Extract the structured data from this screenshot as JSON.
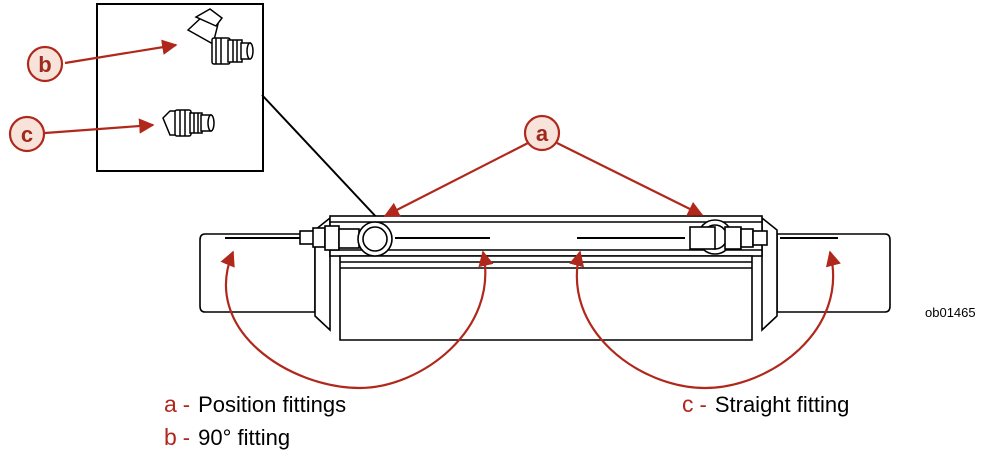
{
  "callouts": {
    "a": "a",
    "b": "b",
    "c": "c"
  },
  "legend": [
    {
      "key": "a",
      "dash": "-",
      "text": "Position fittings"
    },
    {
      "key": "b",
      "dash": "-",
      "text": "90° fitting"
    },
    {
      "key": "c",
      "dash": "-",
      "text": "Straight fitting"
    }
  ],
  "figure_code": "ob01465",
  "colors": {
    "callout_stroke": "#b0281c",
    "callout_fill": "#f7e3d9",
    "arrow": "#b0281c",
    "line_art": "#000000"
  }
}
